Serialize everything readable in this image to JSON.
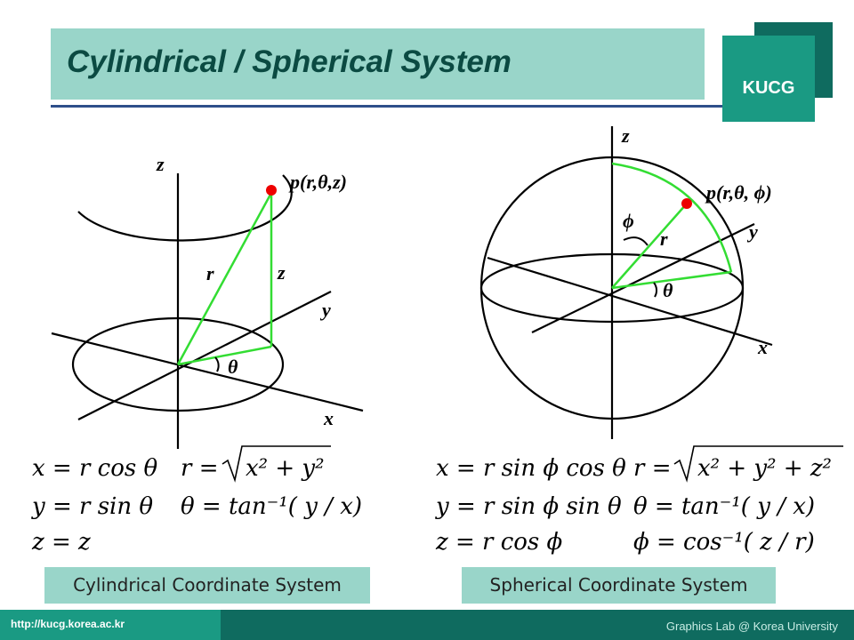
{
  "title": "Cylindrical / Spherical System",
  "logo": "KUCG",
  "cylindrical": {
    "labels": {
      "z_axis": "z",
      "y_axis": "y",
      "x_axis": "x",
      "point": "p(r,θ,z)",
      "r": "r",
      "z": "z",
      "theta": "θ"
    },
    "equations": {
      "row1_left": "x = r cos θ",
      "row1_right_prefix": "r =",
      "row1_radicand": "x² + y²",
      "row2_left": "y = r sin θ",
      "row2_right": "θ = tan⁻¹( y / x)",
      "row3_left": "z = z"
    },
    "caption": "Cylindrical Coordinate System"
  },
  "spherical": {
    "labels": {
      "z_axis": "z",
      "y_axis": "y",
      "x_axis": "x",
      "point": "p(r,θ, ϕ)",
      "r": "r",
      "phi": "ϕ",
      "theta": "θ"
    },
    "equations": {
      "row1_left": "x = r sin ϕ cos θ",
      "row1_right_prefix": "r =",
      "row1_radicand": "x² + y² + z²",
      "row2_left": "y = r sin ϕ sin θ",
      "row2_right": "θ = tan⁻¹( y / x)",
      "row3_left": "z = r cos ϕ",
      "row3_right": "ϕ = cos⁻¹( z / r)"
    },
    "caption": "Spherical Coordinate System"
  },
  "footer": {
    "url": "http://kucg.korea.ac.kr",
    "right": "Graphics Lab @ Korea University"
  },
  "colors": {
    "accent": "#99d5c9",
    "dark": "#0f6b5f",
    "line": "#33dd33",
    "point": "#ee0000"
  }
}
